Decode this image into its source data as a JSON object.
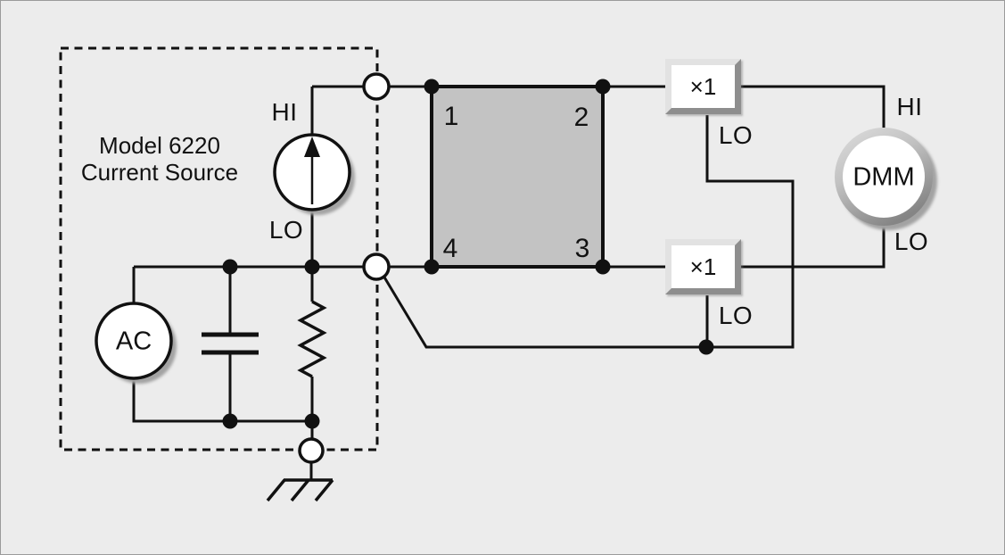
{
  "meta": {
    "background_color": "#ececec",
    "line_color": "#111111",
    "sample_fill_color": "#c3c3c3",
    "shadow_color": "#a3a3a3",
    "ring_gradient": [
      "#dedede",
      "#858585"
    ]
  },
  "source_box": {
    "title_line1": "Model 6220",
    "title_line2": "Current Source",
    "hi_label": "HI",
    "lo_label": "LO"
  },
  "ac_source": {
    "label": "AC"
  },
  "sample": {
    "corner1": "1",
    "corner2": "2",
    "corner3": "3",
    "corner4": "4"
  },
  "buffer_top": {
    "label": "×1",
    "lo_label": "LO"
  },
  "buffer_bottom": {
    "label": "×1",
    "lo_label": "LO"
  },
  "dmm": {
    "label": "DMM",
    "hi_label": "HI",
    "lo_label": "LO"
  }
}
